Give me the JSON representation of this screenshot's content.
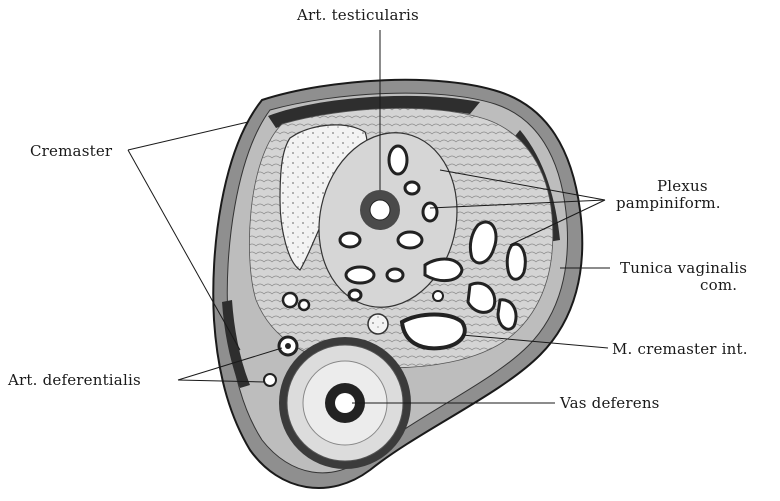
{
  "labels": {
    "art_testicularis": "Art. testicularis",
    "cremaster": "Cremaster",
    "plexus_line1": "Plexus",
    "plexus_line2": "pampiniform.",
    "tunica_line1": "Tunica vaginalis",
    "tunica_line2": "com.",
    "m_cremaster_int": "M. cremaster int.",
    "art_deferentialis": "Art. deferentialis",
    "vas_deferens": "Vas deferens"
  },
  "colors": {
    "ink": "#1a1a1a",
    "tissue_light": "#d9d9d9",
    "tissue_mid": "#a8a8a8",
    "tissue_dark": "#3a3a3a",
    "background": "#ffffff"
  }
}
